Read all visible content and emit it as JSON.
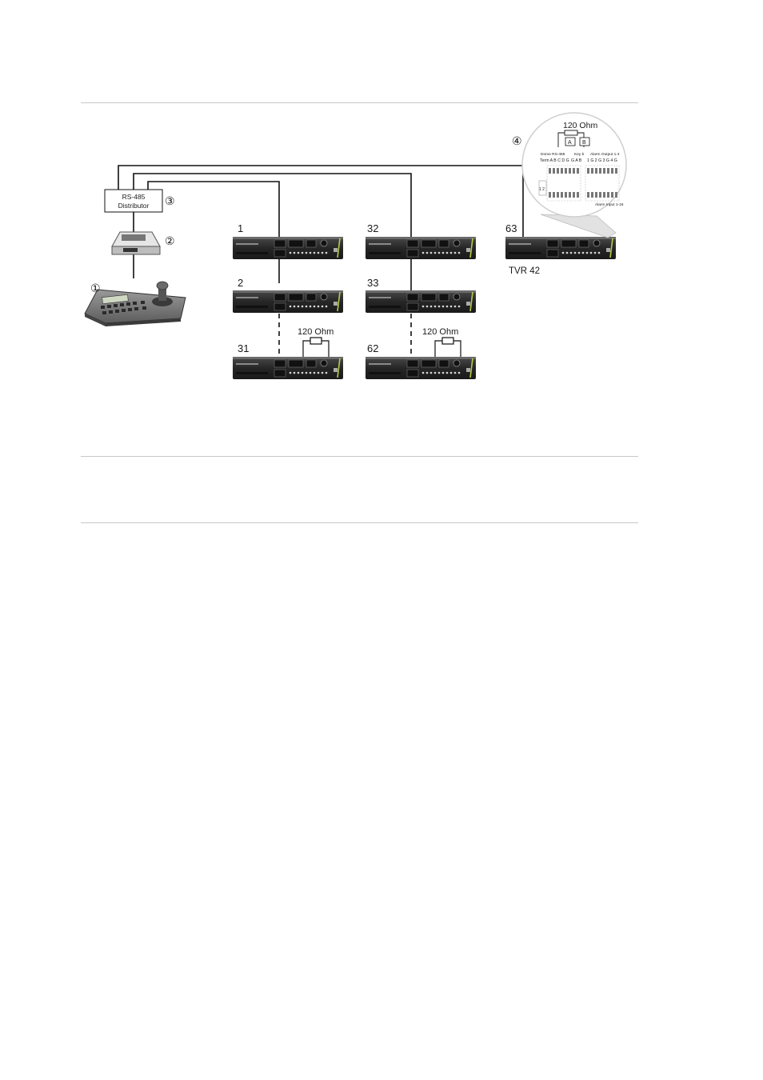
{
  "callouts": {
    "keyboard": "①",
    "interface_box": "②",
    "distributor": "③",
    "termination_detail": "④"
  },
  "distributor": {
    "line1": "RS-485",
    "line2": "Distributor"
  },
  "units": {
    "u1": "1",
    "u2": "2",
    "u31": "31",
    "u32": "32",
    "u33": "33",
    "u62": "62",
    "u63": "63"
  },
  "resistor_label": "120 Ohm",
  "model_label": "TVR 42",
  "zoom_detail": {
    "resistor_label": "120 Ohm",
    "terminal_a": "A",
    "terminal_b": "B",
    "group_dome": "Dome RS-485",
    "group_keyb": "Key b",
    "group_alarm_out": "Alarm Output 1-4",
    "row_left": "Term A B C D G",
    "row_mid": "G A B",
    "row_right": "1 G 2 G 3 G 4 G",
    "alarm_input": "Alarm Input 1-16",
    "side_label": "1 2"
  },
  "colors": {
    "line": "#111111",
    "device": "#2b2b2b",
    "accent": "#b7c94a",
    "rule": "#c8c8c8"
  }
}
